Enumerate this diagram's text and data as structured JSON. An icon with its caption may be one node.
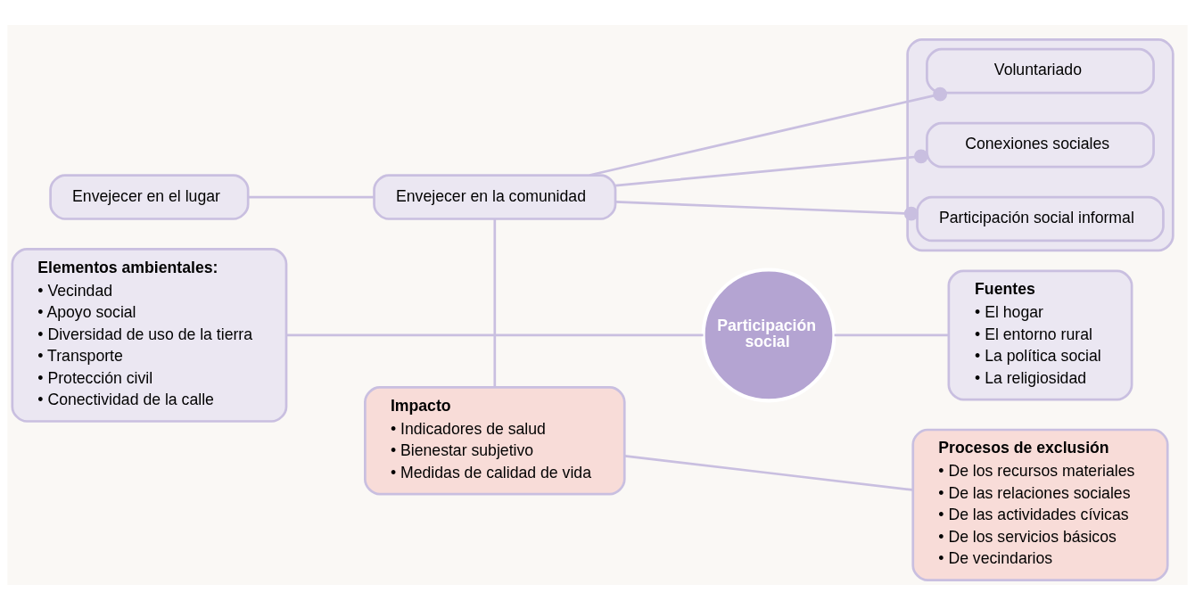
{
  "diagram": {
    "nodes": [
      {
        "text": [
          "Envejecer en el lugar"
        ]
      },
      {
        "text": [
          "Envejecer en la comunidad"
        ]
      },
      {
        "text": [],
        "shape": "box"
      },
      {
        "text": [
          "Conexiones sociales"
        ],
        "in": 2
      },
      {
        "text": [
          "Participación social informal"
        ],
        "in": 2
      },
      {
        "text": [
          "Voluntariado"
        ],
        "in": 2
      },
      {
        "text": [
          "Elementos ambientales:",
          "• Vecindad",
          "• Apoyo social",
          "• Diversidad de uso de la tierra",
          "• Transporte",
          "• Protección civil",
          "• Conectividad de la calle"
        ]
      },
      {
        "text": [
          "Participación social"
        ]
      },
      {
        "text": [
          "Fuentes",
          "• El hogar",
          "• El entorno rural",
          "• La política social",
          "• La religiosidad"
        ]
      },
      {
        "text": [
          "Impacto",
          "• Indicadores de salud",
          "• Bienestar subjetivo",
          "• Medidas de calidad de vida"
        ]
      },
      {
        "text": [
          "Procesos de exclusión",
          "• De los recursos materiales",
          "• De las relaciones sociales",
          "• De las actividades cívicas",
          "• De los servicios básicos",
          "• De vecindarios"
        ]
      }
    ],
    "edges": [
      {
        "from": 0,
        "to": 1,
        "arrow": "none"
      },
      {
        "from": 1,
        "to": 3,
        "arrow": "other"
      },
      {
        "from": 1,
        "to": 4,
        "arrow": "other"
      },
      {
        "from": 1,
        "to": 5,
        "arrow": "other"
      },
      {
        "from": 1,
        "to": 9,
        "arrow": "none"
      },
      {
        "from": 6,
        "to": 7,
        "arrow": "none"
      },
      {
        "from": 7,
        "to": 8,
        "arrow": "none"
      },
      {
        "from": 9,
        "to": 10,
        "arrow": "none"
      }
    ]
  }
}
